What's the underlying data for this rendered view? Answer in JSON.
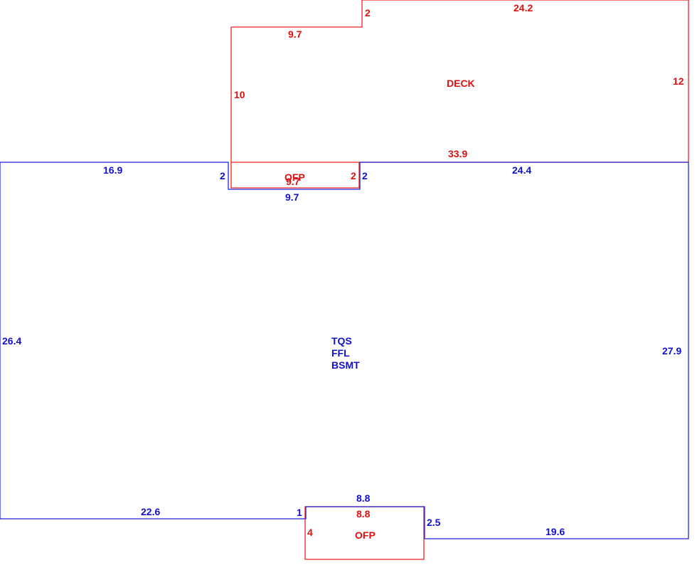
{
  "colors": {
    "deck_outline": "#ee2222",
    "house_outline": "#2222dd",
    "red_text": "#dd1111",
    "blue_text": "#1111cc"
  },
  "deck": {
    "label": "DECK",
    "dims": {
      "top_notch": "2",
      "top": "24.2",
      "left_top": "9.7",
      "left": "10",
      "right": "12",
      "bottom": "33.9"
    }
  },
  "porch_top": {
    "label": "OFP",
    "dims": {
      "red_width": "9.7",
      "red_side": "2",
      "blue_left": "2",
      "blue_right": "2",
      "blue_bottom": "9.7"
    }
  },
  "house": {
    "labels": [
      "TQS",
      "FFL",
      "BSMT"
    ],
    "dims": {
      "top_left": "16.9",
      "top_right": "24.4",
      "left": "26.4",
      "right": "27.9",
      "bottom_left": "22.6",
      "step": "1",
      "porch_top": "8.8",
      "porch_side": "2.5",
      "bottom_right": "19.6"
    }
  },
  "porch_bottom": {
    "label": "OFP",
    "dims": {
      "top": "8.8",
      "left": "4"
    }
  }
}
